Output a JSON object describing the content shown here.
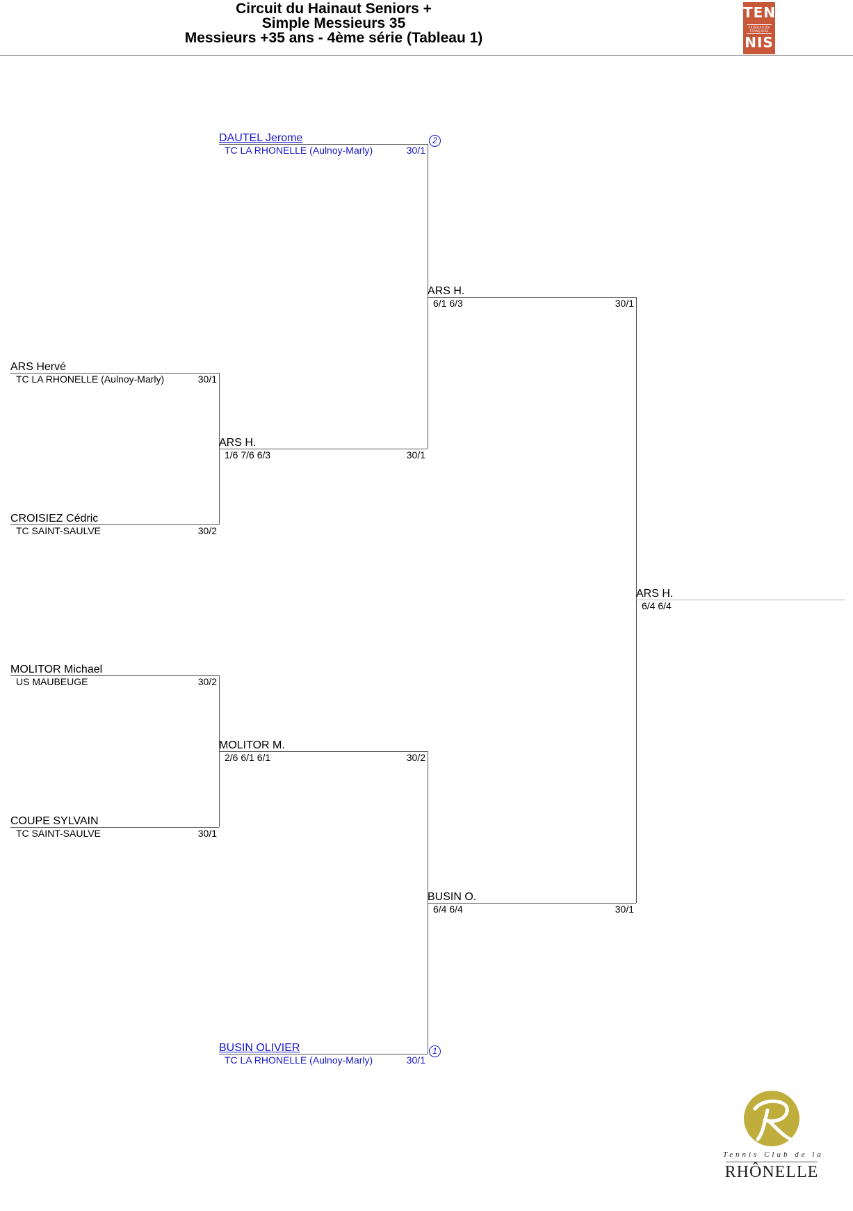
{
  "header": {
    "line1": "Circuit du Hainaut Seniors +",
    "line2": "Simple Messieurs 35",
    "line3": "Messieurs +35 ans - 4ème série (Tableau 1)"
  },
  "fft_logo": {
    "top": "TEN",
    "middle": "FÉDÉRATION FRANÇAISE",
    "bottom": "NIS"
  },
  "bracket": {
    "round1": [
      {
        "name": "ARS Hervé",
        "club": "TC LA RHONELLE (Aulnoy-Marly)",
        "rank": "30/1"
      },
      {
        "name": "CROISIEZ Cédric",
        "club": "TC SAINT-SAULVE",
        "rank": "30/2"
      },
      {
        "name": "MOLITOR Michael",
        "club": "US MAUBEUGE",
        "rank": "30/2"
      },
      {
        "name": "COUPE SYLVAIN",
        "club": "TC SAINT-SAULVE",
        "rank": "30/1"
      }
    ],
    "round2": [
      {
        "name": "DAUTEL Jerome",
        "club": "TC LA RHONELLE (Aulnoy-Marly)",
        "rank": "30/1",
        "seed": "2"
      },
      {
        "name": "ARS H.",
        "score": "1/6 7/6 6/3",
        "rank": "30/1"
      },
      {
        "name": "MOLITOR M.",
        "score": "2/6 6/1 6/1",
        "rank": "30/2"
      },
      {
        "name": "BUSIN OLIVIER",
        "club": "TC LA RHONELLE (Aulnoy-Marly)",
        "rank": "30/1",
        "seed": "1"
      }
    ],
    "round3": [
      {
        "name": "ARS H.",
        "score": "6/1 6/3",
        "rank": "30/1"
      },
      {
        "name": "BUSIN O.",
        "score": "6/4 6/4",
        "rank": "30/1"
      }
    ],
    "final": {
      "name": "ARS H.",
      "score": "6/4 6/4"
    }
  },
  "club_logo": {
    "tagline": "Tennis Club de la",
    "name": "RHÔNELLE",
    "color": "#bfae3c"
  },
  "colors": {
    "seeded_text": "#1515c8",
    "fft_logo": "#c8573a"
  }
}
